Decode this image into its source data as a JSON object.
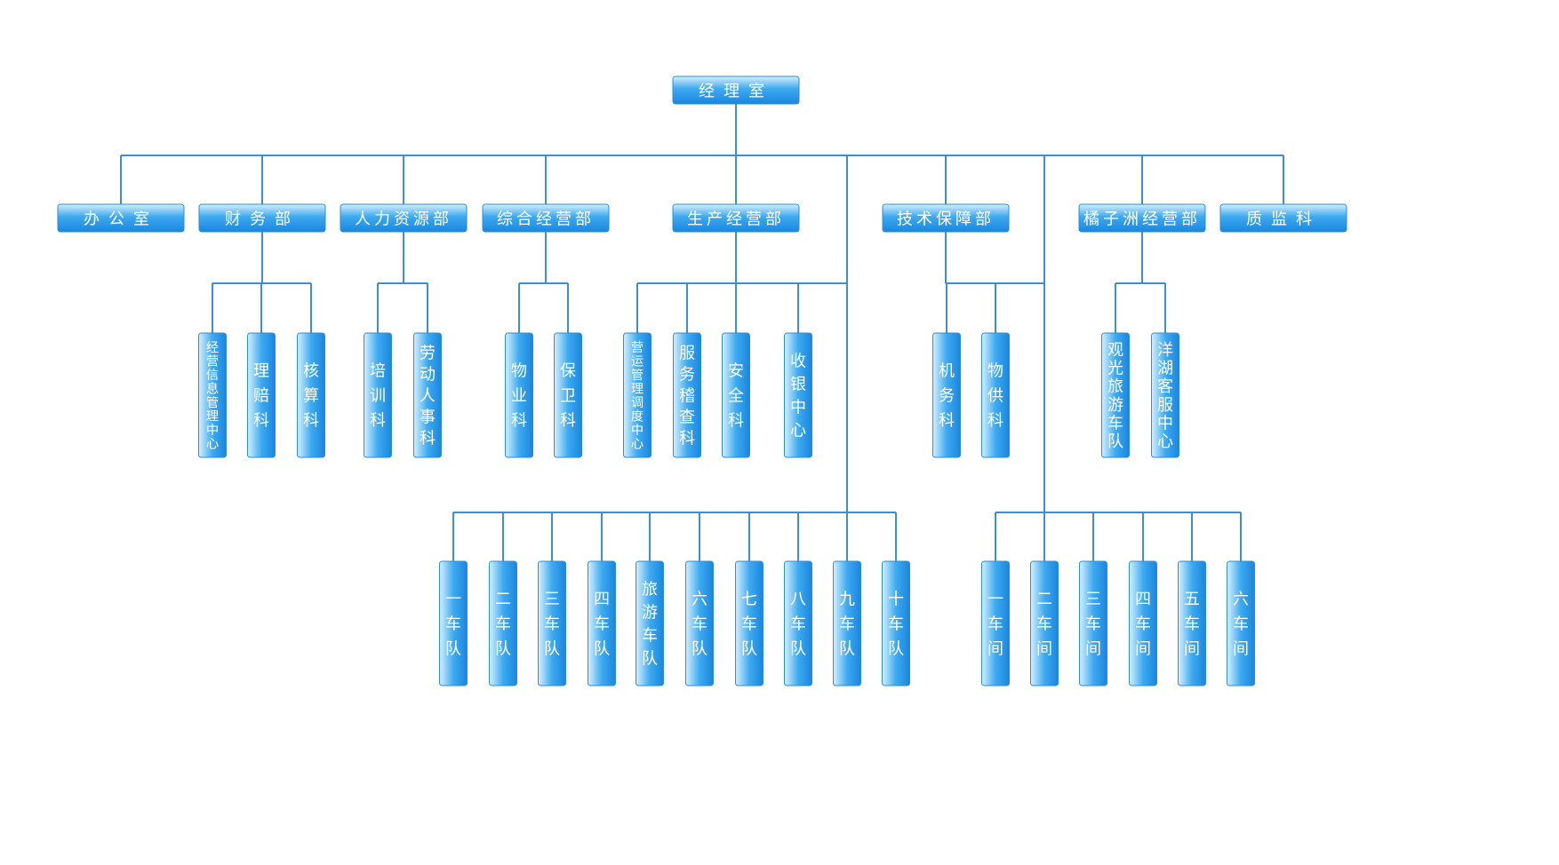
{
  "colors": {
    "line": "#3f8fcf",
    "box_top": "#d6f0ff",
    "box_mid": "#3eaaf0",
    "box_bottom": "#1a86de",
    "box_border": "#2b8fd8",
    "text": "#ffffff"
  },
  "root": {
    "label": "经理室",
    "children": [
      {
        "label": "办公室",
        "children": []
      },
      {
        "label": "财务部",
        "children": [
          {
            "label": "经营信息管理中心"
          },
          {
            "label": "理赔科"
          },
          {
            "label": "核算科"
          }
        ]
      },
      {
        "label": "人力资源部",
        "children": [
          {
            "label": "培训科"
          },
          {
            "label": "劳动人事科"
          }
        ]
      },
      {
        "label": "综合经营部",
        "children": [
          {
            "label": "物业科"
          },
          {
            "label": "保卫科"
          }
        ]
      },
      {
        "label": "生产经营部",
        "children": [
          {
            "label": "营运管理调度中心"
          },
          {
            "label": "服务稽查科"
          },
          {
            "label": "安全科"
          },
          {
            "label": "收银中心"
          }
        ]
      },
      {
        "label": "技术保障部",
        "children": [
          {
            "label": "机务科"
          },
          {
            "label": "物供科"
          }
        ]
      },
      {
        "label": "橘子洲经营部",
        "children": [
          {
            "label": "观光旅游车队"
          },
          {
            "label": "洋湖客服中心"
          }
        ]
      },
      {
        "label": "质监科",
        "children": []
      }
    ]
  },
  "fleet_group": [
    {
      "label": "一车队"
    },
    {
      "label": "二车队"
    },
    {
      "label": "三车队"
    },
    {
      "label": "四车队"
    },
    {
      "label": "旅游车队"
    },
    {
      "label": "六车队"
    },
    {
      "label": "七车队"
    },
    {
      "label": "八车队"
    },
    {
      "label": "九车队"
    },
    {
      "label": "十车队"
    }
  ],
  "workshop_group": [
    {
      "label": "一车间"
    },
    {
      "label": "二车间"
    },
    {
      "label": "三车间"
    },
    {
      "label": "四车间"
    },
    {
      "label": "五车间"
    },
    {
      "label": "六车间"
    }
  ]
}
